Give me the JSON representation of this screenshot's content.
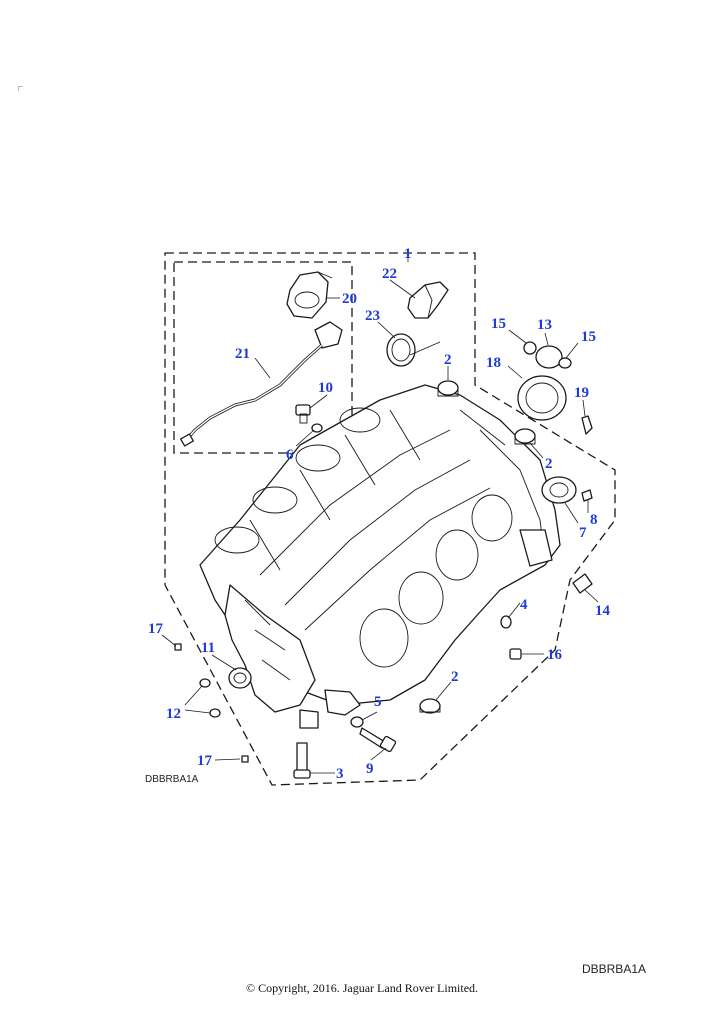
{
  "diagram": {
    "drawing_code_inner": "DBBRBA1A",
    "drawing_code_footer": "DBBRBA1A",
    "copyright": "© Copyright, 2016. Jaguar Land Rover Limited.",
    "callouts": [
      {
        "id": "c1",
        "label": "1"
      },
      {
        "id": "c2a",
        "label": "2"
      },
      {
        "id": "c2b",
        "label": "2"
      },
      {
        "id": "c2c",
        "label": "2"
      },
      {
        "id": "c3",
        "label": "3"
      },
      {
        "id": "c4",
        "label": "4"
      },
      {
        "id": "c5",
        "label": "5"
      },
      {
        "id": "c6",
        "label": "6"
      },
      {
        "id": "c7",
        "label": "7"
      },
      {
        "id": "c8",
        "label": "8"
      },
      {
        "id": "c9",
        "label": "9"
      },
      {
        "id": "c10",
        "label": "10"
      },
      {
        "id": "c11",
        "label": "11"
      },
      {
        "id": "c12",
        "label": "12"
      },
      {
        "id": "c13",
        "label": "13"
      },
      {
        "id": "c14",
        "label": "14"
      },
      {
        "id": "c15a",
        "label": "15"
      },
      {
        "id": "c15b",
        "label": "15"
      },
      {
        "id": "c16",
        "label": "16"
      },
      {
        "id": "c17a",
        "label": "17"
      },
      {
        "id": "c17b",
        "label": "17"
      },
      {
        "id": "c18",
        "label": "18"
      },
      {
        "id": "c19",
        "label": "19"
      },
      {
        "id": "c20",
        "label": "20"
      },
      {
        "id": "c21",
        "label": "21"
      },
      {
        "id": "c22",
        "label": "22"
      },
      {
        "id": "c23",
        "label": "23"
      }
    ]
  }
}
